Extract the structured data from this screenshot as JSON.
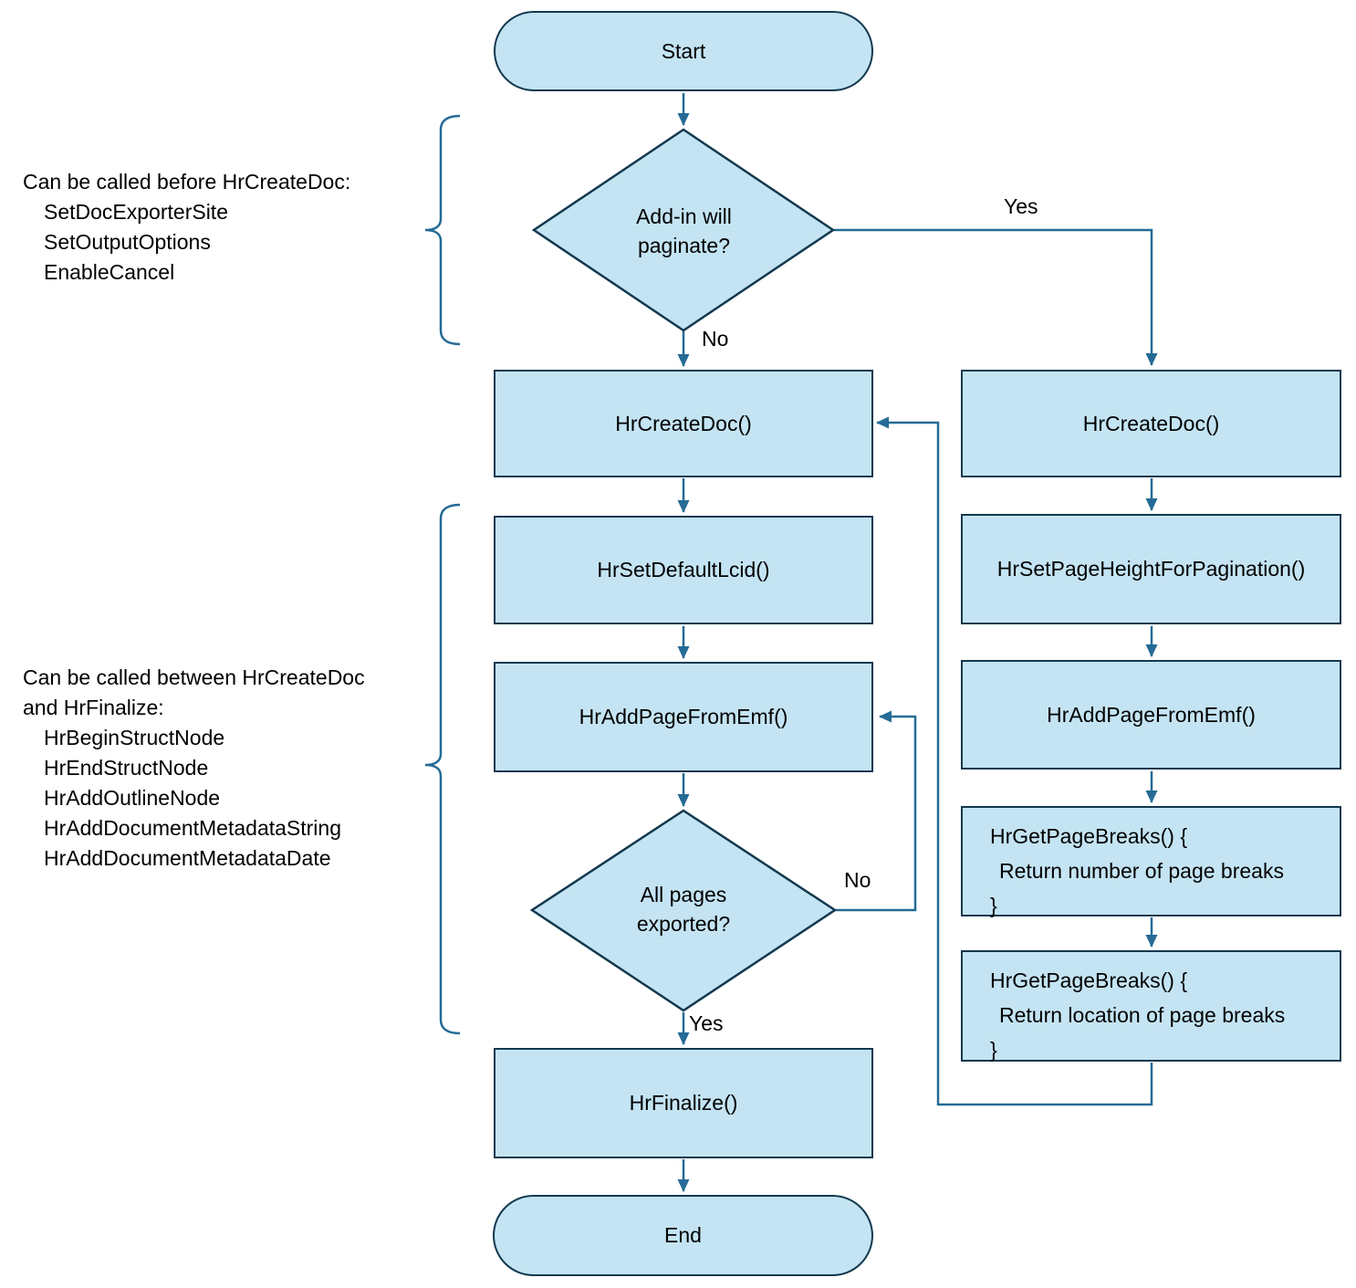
{
  "colors": {
    "shape_fill": "#c4e4f3",
    "shape_border": "#12384e",
    "connector": "#256b96",
    "text": "#000000"
  },
  "nodes": {
    "start": "Start",
    "decision_paginate": "Add-in will paginate?",
    "hr_create_doc_main": "HrCreateDoc()",
    "hr_set_default_lcid": "HrSetDefaultLcid()",
    "hr_add_page_from_emf_main": "HrAddPageFromEmf()",
    "decision_all_pages": "All pages exported?",
    "hr_finalize": "HrFinalize()",
    "end": "End",
    "hr_create_doc_paginate": "HrCreateDoc()",
    "hr_set_page_height": "HrSetPageHeightForPagination()",
    "hr_add_page_from_emf_paginate": "HrAddPageFromEmf()",
    "hr_get_page_breaks_number": {
      "line1": "HrGetPageBreaks() {",
      "line2": "Return number of page breaks",
      "line3": "}"
    },
    "hr_get_page_breaks_location": {
      "line1": "HrGetPageBreaks() {",
      "line2": "Return location of page breaks",
      "line3": "}"
    }
  },
  "edge_labels": {
    "paginate_yes": "Yes",
    "paginate_no": "No",
    "all_pages_no": "No",
    "all_pages_yes": "Yes"
  },
  "annotations": {
    "before_create": {
      "header_lines": [
        "Can be called before HrCreateDoc:"
      ],
      "items": [
        "SetDocExporterSite",
        "SetOutputOptions",
        "EnableCancel"
      ]
    },
    "between_create_finalize": {
      "header_lines": [
        "Can be called between HrCreateDoc",
        "and HrFinalize:"
      ],
      "items": [
        "HrBeginStructNode",
        "HrEndStructNode",
        "HrAddOutlineNode",
        "HrAddDocumentMetadataString",
        "HrAddDocumentMetadataDate"
      ]
    }
  }
}
